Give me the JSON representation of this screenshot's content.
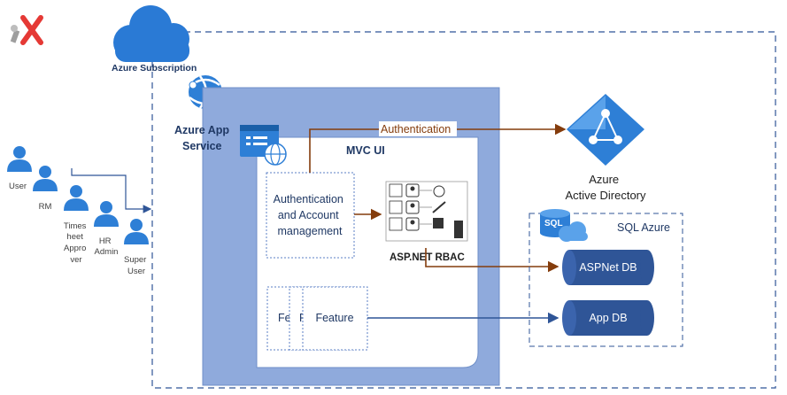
{
  "subscription": {
    "label": "Azure Subscription"
  },
  "app_service": {
    "line1": "Azure App",
    "line2": "Service"
  },
  "mvc": {
    "title": "MVC UI"
  },
  "auth_module": {
    "line1": "Authentication",
    "line2": "and Account",
    "line3": "management"
  },
  "rbac": {
    "label": "ASP.NET RBAC"
  },
  "features": {
    "back1": "Fe",
    "back2": "F",
    "front": "Feature"
  },
  "connector": {
    "authentication": "Authentication"
  },
  "aad": {
    "line1": "Azure",
    "line2": "Active Directory"
  },
  "sql": {
    "icon_text": "SQL",
    "title": "SQL Azure",
    "db1": "ASPNet DB",
    "db2": "App DB"
  },
  "users": [
    {
      "line1": "User",
      "line2": "",
      "line3": "",
      "line4": ""
    },
    {
      "line1": "RM",
      "line2": "",
      "line3": "",
      "line4": ""
    },
    {
      "line1": "Times",
      "line2": "heet",
      "line3": "Appro",
      "line4": "ver"
    },
    {
      "line1": "HR",
      "line2": "Admin",
      "line3": "",
      "line4": ""
    },
    {
      "line1": "Super",
      "line2": "User",
      "line3": "",
      "line4": ""
    }
  ],
  "colors": {
    "accent_blue": "#2f5597",
    "app_service_fill": "#8faadc",
    "azure_blue": "#2e7fd6",
    "arrow_brown": "#843c0c",
    "cylinder_blue": "#2f5597",
    "cloud_blue": "#2a7ad5"
  }
}
